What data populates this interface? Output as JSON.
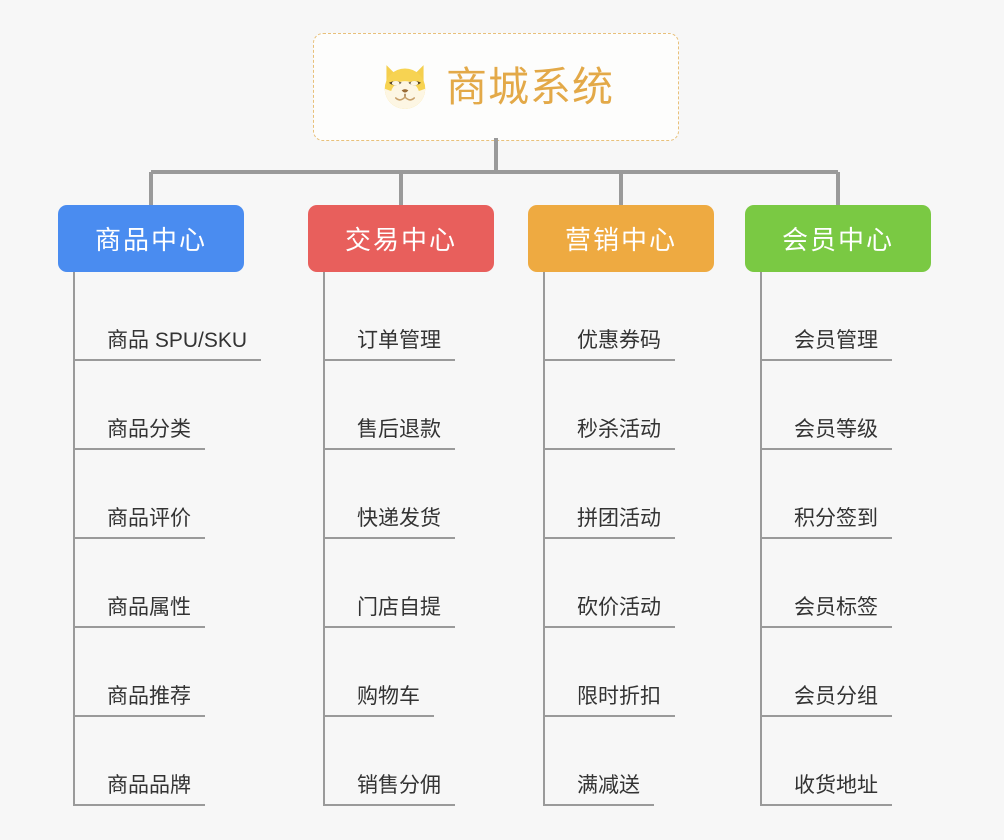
{
  "root": {
    "title": "商城系统",
    "icon": "shiba-dog-face-icon",
    "text_color": "#e3a948",
    "border_color": "#e8c07a",
    "background": "#fdfdfc"
  },
  "canvas": {
    "background": "#f7f7f7",
    "connector_color": "#9a9a9a",
    "leaf_line_color": "#9a9a9a",
    "leaf_text_color": "#333333"
  },
  "categories": [
    {
      "label": "商品中心",
      "color": "#4a8cf0",
      "items": [
        "商品 SPU/SKU",
        "商品分类",
        "商品评价",
        "商品属性",
        "商品推荐",
        "商品品牌"
      ]
    },
    {
      "label": "交易中心",
      "color": "#e85f5c",
      "items": [
        "订单管理",
        "售后退款",
        "快递发货",
        "门店自提",
        "购物车",
        "销售分佣"
      ]
    },
    {
      "label": "营销中心",
      "color": "#eeaa41",
      "items": [
        "优惠券码",
        "秒杀活动",
        "拼团活动",
        "砍价活动",
        "限时折扣",
        "满减送"
      ]
    },
    {
      "label": "会员中心",
      "color": "#7ac943",
      "items": [
        "会员管理",
        "会员等级",
        "积分签到",
        "会员标签",
        "会员分组",
        "收货地址"
      ]
    }
  ]
}
